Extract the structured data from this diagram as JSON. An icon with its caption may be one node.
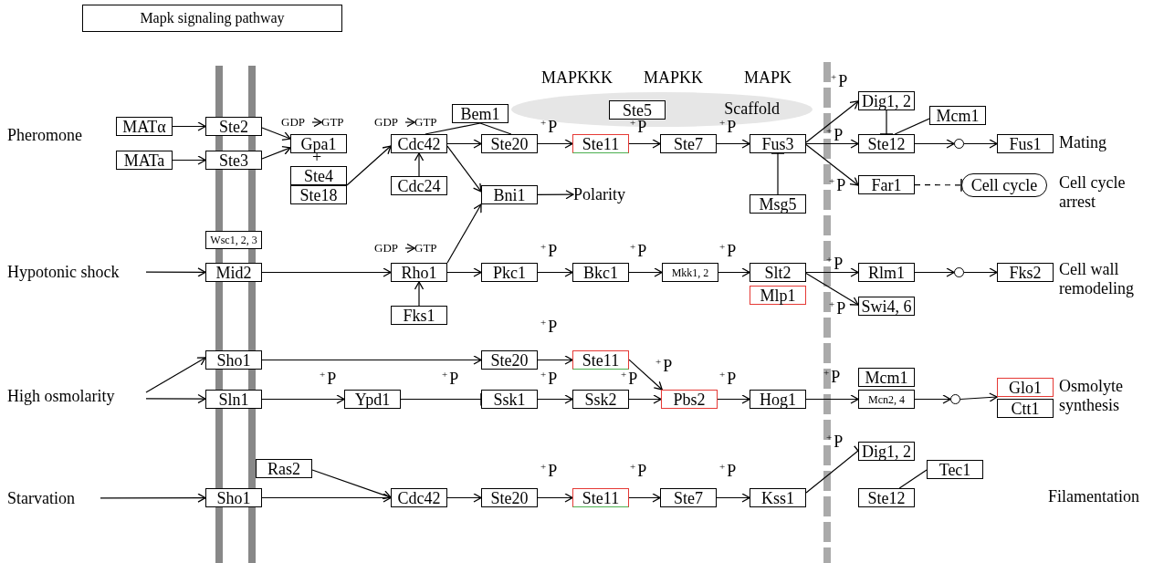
{
  "diagram": {
    "nodes": [
      {
        "text": [
          "Mapk signaling pathway"
        ]
      },
      {
        "text": [
          "MATα"
        ]
      },
      {
        "text": [
          "Ste2"
        ]
      },
      {
        "text": [
          "MATa"
        ]
      },
      {
        "text": [
          "Ste3"
        ]
      },
      {
        "text": [
          "Gpa1"
        ]
      },
      {
        "text": [
          "Ste4"
        ]
      },
      {
        "text": [
          "Ste18"
        ]
      },
      {
        "text": [
          "Cdc42"
        ]
      },
      {
        "text": [
          "Bem1"
        ]
      },
      {
        "text": [
          "Cdc24"
        ]
      },
      {
        "text": [
          "Ste20"
        ]
      },
      {
        "text": [
          "Scaffold"
        ]
      },
      {
        "text": [
          "Ste5"
        ],
        "in": 12
      },
      {
        "text": [
          "Ste11"
        ]
      },
      {
        "text": [
          "Ste7"
        ]
      },
      {
        "text": [
          "Fus3"
        ]
      },
      {
        "text": [
          "Msg5"
        ]
      },
      {
        "text": [
          "Bni1"
        ]
      },
      {
        "text": [
          "Polarity"
        ]
      },
      {
        "text": [
          "Dig1, 2"
        ]
      },
      {
        "text": [
          "Mcm1"
        ]
      },
      {
        "text": [
          "Ste12"
        ]
      },
      {
        "text": [],
        "shape": "circle"
      },
      {
        "text": [
          "Fus1"
        ]
      },
      {
        "text": [
          "Far1"
        ]
      },
      {
        "text": [
          "Cell cycle"
        ]
      },
      {
        "text": [
          "Wsc1, 2, 3"
        ]
      },
      {
        "text": [
          "Hypotonic shock"
        ]
      },
      {
        "text": [
          "Mid2"
        ]
      },
      {
        "text": [
          "Rho1"
        ]
      },
      {
        "text": [
          "Fks1"
        ]
      },
      {
        "text": [
          "Pkc1"
        ]
      },
      {
        "text": [
          "Bkc1"
        ]
      },
      {
        "text": [
          "Mkk1, 2"
        ]
      },
      {
        "text": [
          "Slt2"
        ]
      },
      {
        "text": [
          "Mlp1"
        ]
      },
      {
        "text": [
          "Rlm1"
        ]
      },
      {
        "text": [],
        "shape": "circle"
      },
      {
        "text": [
          "Fks2"
        ]
      },
      {
        "text": [
          "Swi4, 6"
        ]
      },
      {
        "text": [
          "Sho1"
        ]
      },
      {
        "text": [
          "Ste20"
        ]
      },
      {
        "text": [
          "Ste11"
        ]
      },
      {
        "text": [
          "High osmolarity"
        ]
      },
      {
        "text": [
          "Sln1"
        ]
      },
      {
        "text": [
          "Ypd1"
        ]
      },
      {
        "text": [
          "Ssk1"
        ]
      },
      {
        "text": [
          "Ssk2"
        ]
      },
      {
        "text": [
          "Pbs2"
        ]
      },
      {
        "text": [
          "Hog1"
        ]
      },
      {
        "text": [
          "Mcm1"
        ]
      },
      {
        "text": [
          "Mcn2, 4"
        ]
      },
      {
        "text": [],
        "shape": "circle"
      },
      {
        "text": [
          "Glo1"
        ]
      },
      {
        "text": [
          "Ctt1"
        ]
      },
      {
        "text": [
          "Ras2"
        ]
      },
      {
        "text": [
          "Starvation"
        ]
      },
      {
        "text": [
          "Sho1"
        ]
      },
      {
        "text": [
          "Cdc42"
        ]
      },
      {
        "text": [
          "Ste20"
        ]
      },
      {
        "text": [
          "Ste11"
        ]
      },
      {
        "text": [
          "Ste7"
        ]
      },
      {
        "text": [
          "Kss1"
        ]
      },
      {
        "text": [
          "Dig1, 2"
        ]
      },
      {
        "text": [
          "Tec1"
        ]
      },
      {
        "text": [
          "Ste12"
        ]
      },
      {
        "text": [
          "GDP"
        ]
      },
      {
        "text": [
          "GTP"
        ]
      },
      {
        "text": [
          "GDP"
        ]
      },
      {
        "text": [
          "GTP"
        ]
      },
      {
        "text": [
          "GDP"
        ]
      },
      {
        "text": [
          "GTP"
        ]
      }
    ],
    "edges": [
      {
        "from": 1,
        "to": 2,
        "arrow": "to"
      },
      {
        "from": 3,
        "to": 4,
        "arrow": "to"
      },
      {
        "from": 2,
        "to": 5,
        "arrow": "to"
      },
      {
        "from": 4,
        "to": 5,
        "arrow": "to"
      },
      {
        "from": 7,
        "to": 8,
        "arrow": "to"
      },
      {
        "from": 10,
        "to": 8,
        "arrow": "to"
      },
      {
        "from": 9,
        "to": 8,
        "arrow": "none"
      },
      {
        "from": 9,
        "to": 11,
        "arrow": "none"
      },
      {
        "from": 8,
        "to": 11,
        "arrow": "to"
      },
      {
        "from": 8,
        "to": 18,
        "arrow": "to"
      },
      {
        "from": 11,
        "to": 14,
        "arrow": "to"
      },
      {
        "from": 14,
        "to": 15,
        "arrow": "to"
      },
      {
        "from": 15,
        "to": 16,
        "arrow": "to"
      },
      {
        "from": 17,
        "to": 16,
        "arrow": "other"
      },
      {
        "from": 18,
        "to": 19,
        "arrow": "to"
      },
      {
        "from": 16,
        "to": 20,
        "arrow": "to"
      },
      {
        "from": 16,
        "to": 22,
        "arrow": "to"
      },
      {
        "from": 16,
        "to": 25,
        "arrow": "to"
      },
      {
        "from": 20,
        "to": 22,
        "arrow": "other"
      },
      {
        "from": 21,
        "to": 22,
        "arrow": "none"
      },
      {
        "from": 22,
        "to": 23,
        "arrow": "to"
      },
      {
        "from": 23,
        "to": 24,
        "arrow": "to"
      },
      {
        "from": 25,
        "to": 26,
        "arrow": "other",
        "style": "dashed"
      },
      {
        "from": 67,
        "to": 68,
        "arrow": "to"
      },
      {
        "from": 69,
        "to": 70,
        "arrow": "to"
      },
      {
        "from": 71,
        "to": 72,
        "arrow": "to"
      },
      {
        "from": 28,
        "to": 29,
        "arrow": "to"
      },
      {
        "from": 29,
        "to": 30,
        "arrow": "to"
      },
      {
        "from": 31,
        "to": 30,
        "arrow": "to"
      },
      {
        "from": 30,
        "to": 18,
        "arrow": "to"
      },
      {
        "from": 30,
        "to": 32,
        "arrow": "to"
      },
      {
        "from": 32,
        "to": 33,
        "arrow": "to"
      },
      {
        "from": 33,
        "to": 34,
        "arrow": "to"
      },
      {
        "from": 34,
        "to": 35,
        "arrow": "to"
      },
      {
        "from": 35,
        "to": 37,
        "arrow": "to"
      },
      {
        "from": 35,
        "to": 40,
        "arrow": "to"
      },
      {
        "from": 37,
        "to": 38,
        "arrow": "to"
      },
      {
        "from": 38,
        "to": 39,
        "arrow": "to"
      },
      {
        "from": 44,
        "to": 41,
        "arrow": "to"
      },
      {
        "from": 44,
        "to": 45,
        "arrow": "to"
      },
      {
        "from": 41,
        "to": 42,
        "arrow": "to"
      },
      {
        "from": 42,
        "to": 43,
        "arrow": "to"
      },
      {
        "from": 43,
        "to": 49,
        "arrow": "to"
      },
      {
        "from": 45,
        "to": 46,
        "arrow": "to"
      },
      {
        "from": 46,
        "to": 47,
        "arrow": "other"
      },
      {
        "from": 47,
        "to": 48,
        "arrow": "to"
      },
      {
        "from": 48,
        "to": 49,
        "arrow": "to"
      },
      {
        "from": 49,
        "to": 50,
        "arrow": "to"
      },
      {
        "from": 50,
        "to": 52,
        "arrow": "to"
      },
      {
        "from": 52,
        "to": 53,
        "arrow": "to"
      },
      {
        "from": 53,
        "to": 54,
        "arrow": "to"
      },
      {
        "from": 57,
        "to": 58,
        "arrow": "to"
      },
      {
        "from": 58,
        "to": 59,
        "arrow": "to"
      },
      {
        "from": 56,
        "to": 59,
        "arrow": "to"
      },
      {
        "from": 59,
        "to": 60,
        "arrow": "to"
      },
      {
        "from": 60,
        "to": 61,
        "arrow": "to"
      },
      {
        "from": 61,
        "to": 62,
        "arrow": "to"
      },
      {
        "from": 62,
        "to": 63,
        "arrow": "to"
      },
      {
        "from": 63,
        "to": 64,
        "arrow": "other"
      },
      {
        "from": 65,
        "to": 66,
        "arrow": "none"
      }
    ],
    "labels": [
      "MAPKKK",
      "MAPKK",
      "MAPK",
      "$^{+}$P",
      "Pheromone",
      "$^{+}$P",
      "$^{+}$P",
      "$^{+}$P",
      "$^{+}$P",
      "Mating",
      "+",
      "$^{+}$P",
      "Cell cycle arrest",
      "$^{+}$P",
      "$^{+}$P",
      "$^{+}$P",
      "$^{+}$P",
      "Cell wall remodeling",
      "$^{+}$P",
      "$^{+}$P",
      "$^{+}$P",
      "$^{+}$P",
      "$^{+}$P",
      "$^{+}$P",
      "$^{+}$P",
      "$^{+}$P",
      "$^{+}$P",
      "Osmolyte synthesis",
      "$^{+}$P",
      "$^{+}$P",
      "$^{+}$P",
      "$^{+}$P",
      "Filamentation"
    ]
  }
}
